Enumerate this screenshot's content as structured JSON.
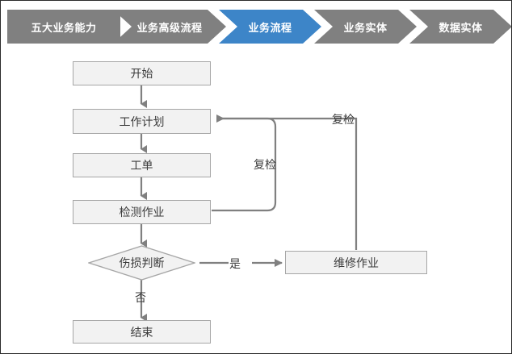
{
  "colors": {
    "crumb_inactive": "#808080",
    "crumb_active": "#3d85c8",
    "node_fill": "#f2f2f2",
    "node_border": "#a6a6a6",
    "connector": "#808080",
    "text": "#3b3b3b",
    "frame": "#2b2b2b"
  },
  "breadcrumb": {
    "items": [
      {
        "label": "五大业务能力",
        "active": false
      },
      {
        "label": "业务高级流程",
        "active": false
      },
      {
        "label": "业务流程",
        "active": true
      },
      {
        "label": "业务实体",
        "active": false
      },
      {
        "label": "数据实体",
        "active": false
      }
    ]
  },
  "flowchart": {
    "nodes": [
      {
        "id": "start",
        "label": "开始",
        "shape": "rect"
      },
      {
        "id": "plan",
        "label": "工作计划",
        "shape": "rect"
      },
      {
        "id": "order",
        "label": "工单",
        "shape": "rect"
      },
      {
        "id": "inspect",
        "label": "检测作业",
        "shape": "rect"
      },
      {
        "id": "decision",
        "label": "伤损判断",
        "shape": "diamond"
      },
      {
        "id": "repair",
        "label": "维修作业",
        "shape": "rect"
      },
      {
        "id": "end",
        "label": "结束",
        "shape": "rect"
      }
    ],
    "edge_labels": {
      "recheck_inner": "复检",
      "recheck_outer": "复检",
      "yes": "是",
      "no": "否"
    }
  }
}
